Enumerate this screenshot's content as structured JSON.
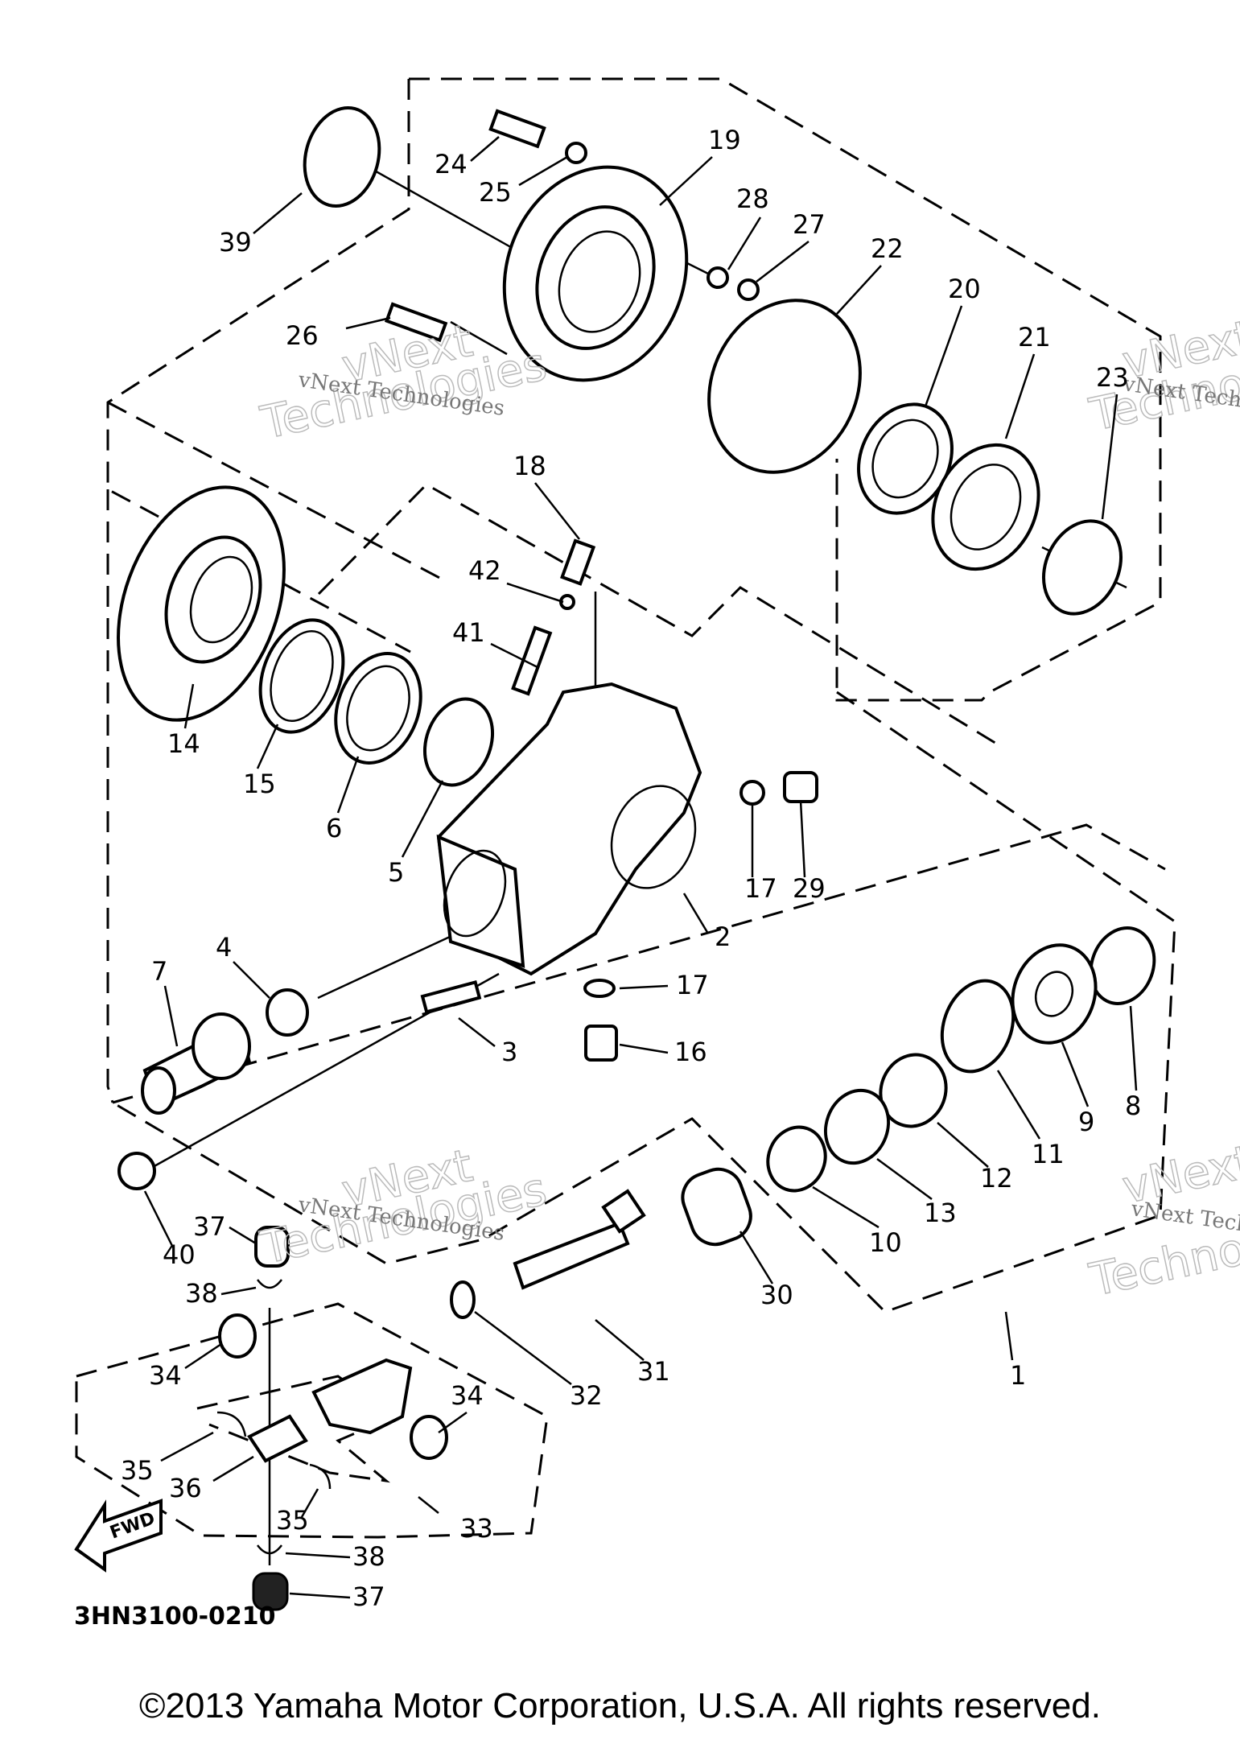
{
  "diagram": {
    "code": "3HN3100-0210",
    "fwd_label": "FWD",
    "watermark": {
      "company": "vNext Technologies",
      "brand": "vNext",
      "sub": "Technologies"
    },
    "callouts": [
      "1",
      "2",
      "3",
      "4",
      "5",
      "6",
      "7",
      "8",
      "9",
      "10",
      "11",
      "12",
      "13",
      "14",
      "15",
      "16",
      "17",
      "17",
      "18",
      "19",
      "20",
      "21",
      "22",
      "23",
      "24",
      "25",
      "26",
      "27",
      "28",
      "29",
      "30",
      "31",
      "32",
      "33",
      "34",
      "34",
      "35",
      "35",
      "36",
      "37",
      "37",
      "38",
      "38",
      "39",
      "40",
      "41",
      "42"
    ]
  },
  "footer": {
    "copyright": "©2013 Yamaha Motor Corporation, U.S.A. All rights reserved."
  }
}
